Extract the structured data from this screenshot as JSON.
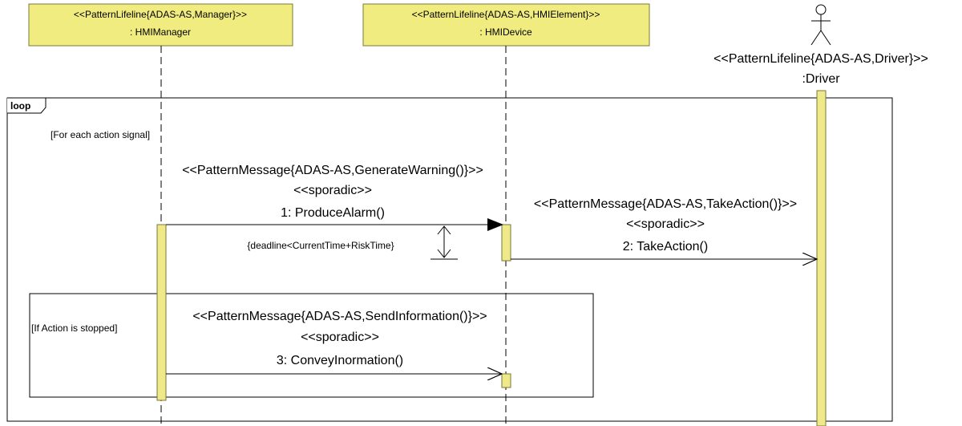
{
  "lifelines": {
    "manager": {
      "stereotype": "<<PatternLifeline{ADAS-AS,Manager}>>",
      "name": ": HMIManager"
    },
    "device": {
      "stereotype": "<<PatternLifeline{ADAS-AS,HMIElement}>>",
      "name": ": HMIDevice"
    },
    "driver": {
      "stereotype": "<<PatternLifeline{ADAS-AS,Driver}>>",
      "name": ":Driver"
    }
  },
  "loop": {
    "label": "loop",
    "guard": "[For each action signal]"
  },
  "inner_fragment": {
    "guard": "[If Action is stopped]"
  },
  "messages": {
    "m1": {
      "stereotype": "<<PatternMessage{ADAS-AS,GenerateWarning()}>>",
      "kind": "<<sporadic>>",
      "label": "1: ProduceAlarm()"
    },
    "m2": {
      "stereotype": "<<PatternMessage{ADAS-AS,TakeAction()}>>",
      "kind": "<<sporadic>>",
      "label": "2: TakeAction()"
    },
    "m3": {
      "stereotype": "<<PatternMessage{ADAS-AS,SendInformation()}>>",
      "kind": "<<sporadic>>",
      "label": "3: ConveyInormation()"
    }
  },
  "constraint": {
    "text": "{deadline<CurrentTime+RiskTime}"
  },
  "colors": {
    "box_fill": "#f0ec80",
    "box_border": "#7a7a3a",
    "activation_fill": "#efe98a"
  }
}
